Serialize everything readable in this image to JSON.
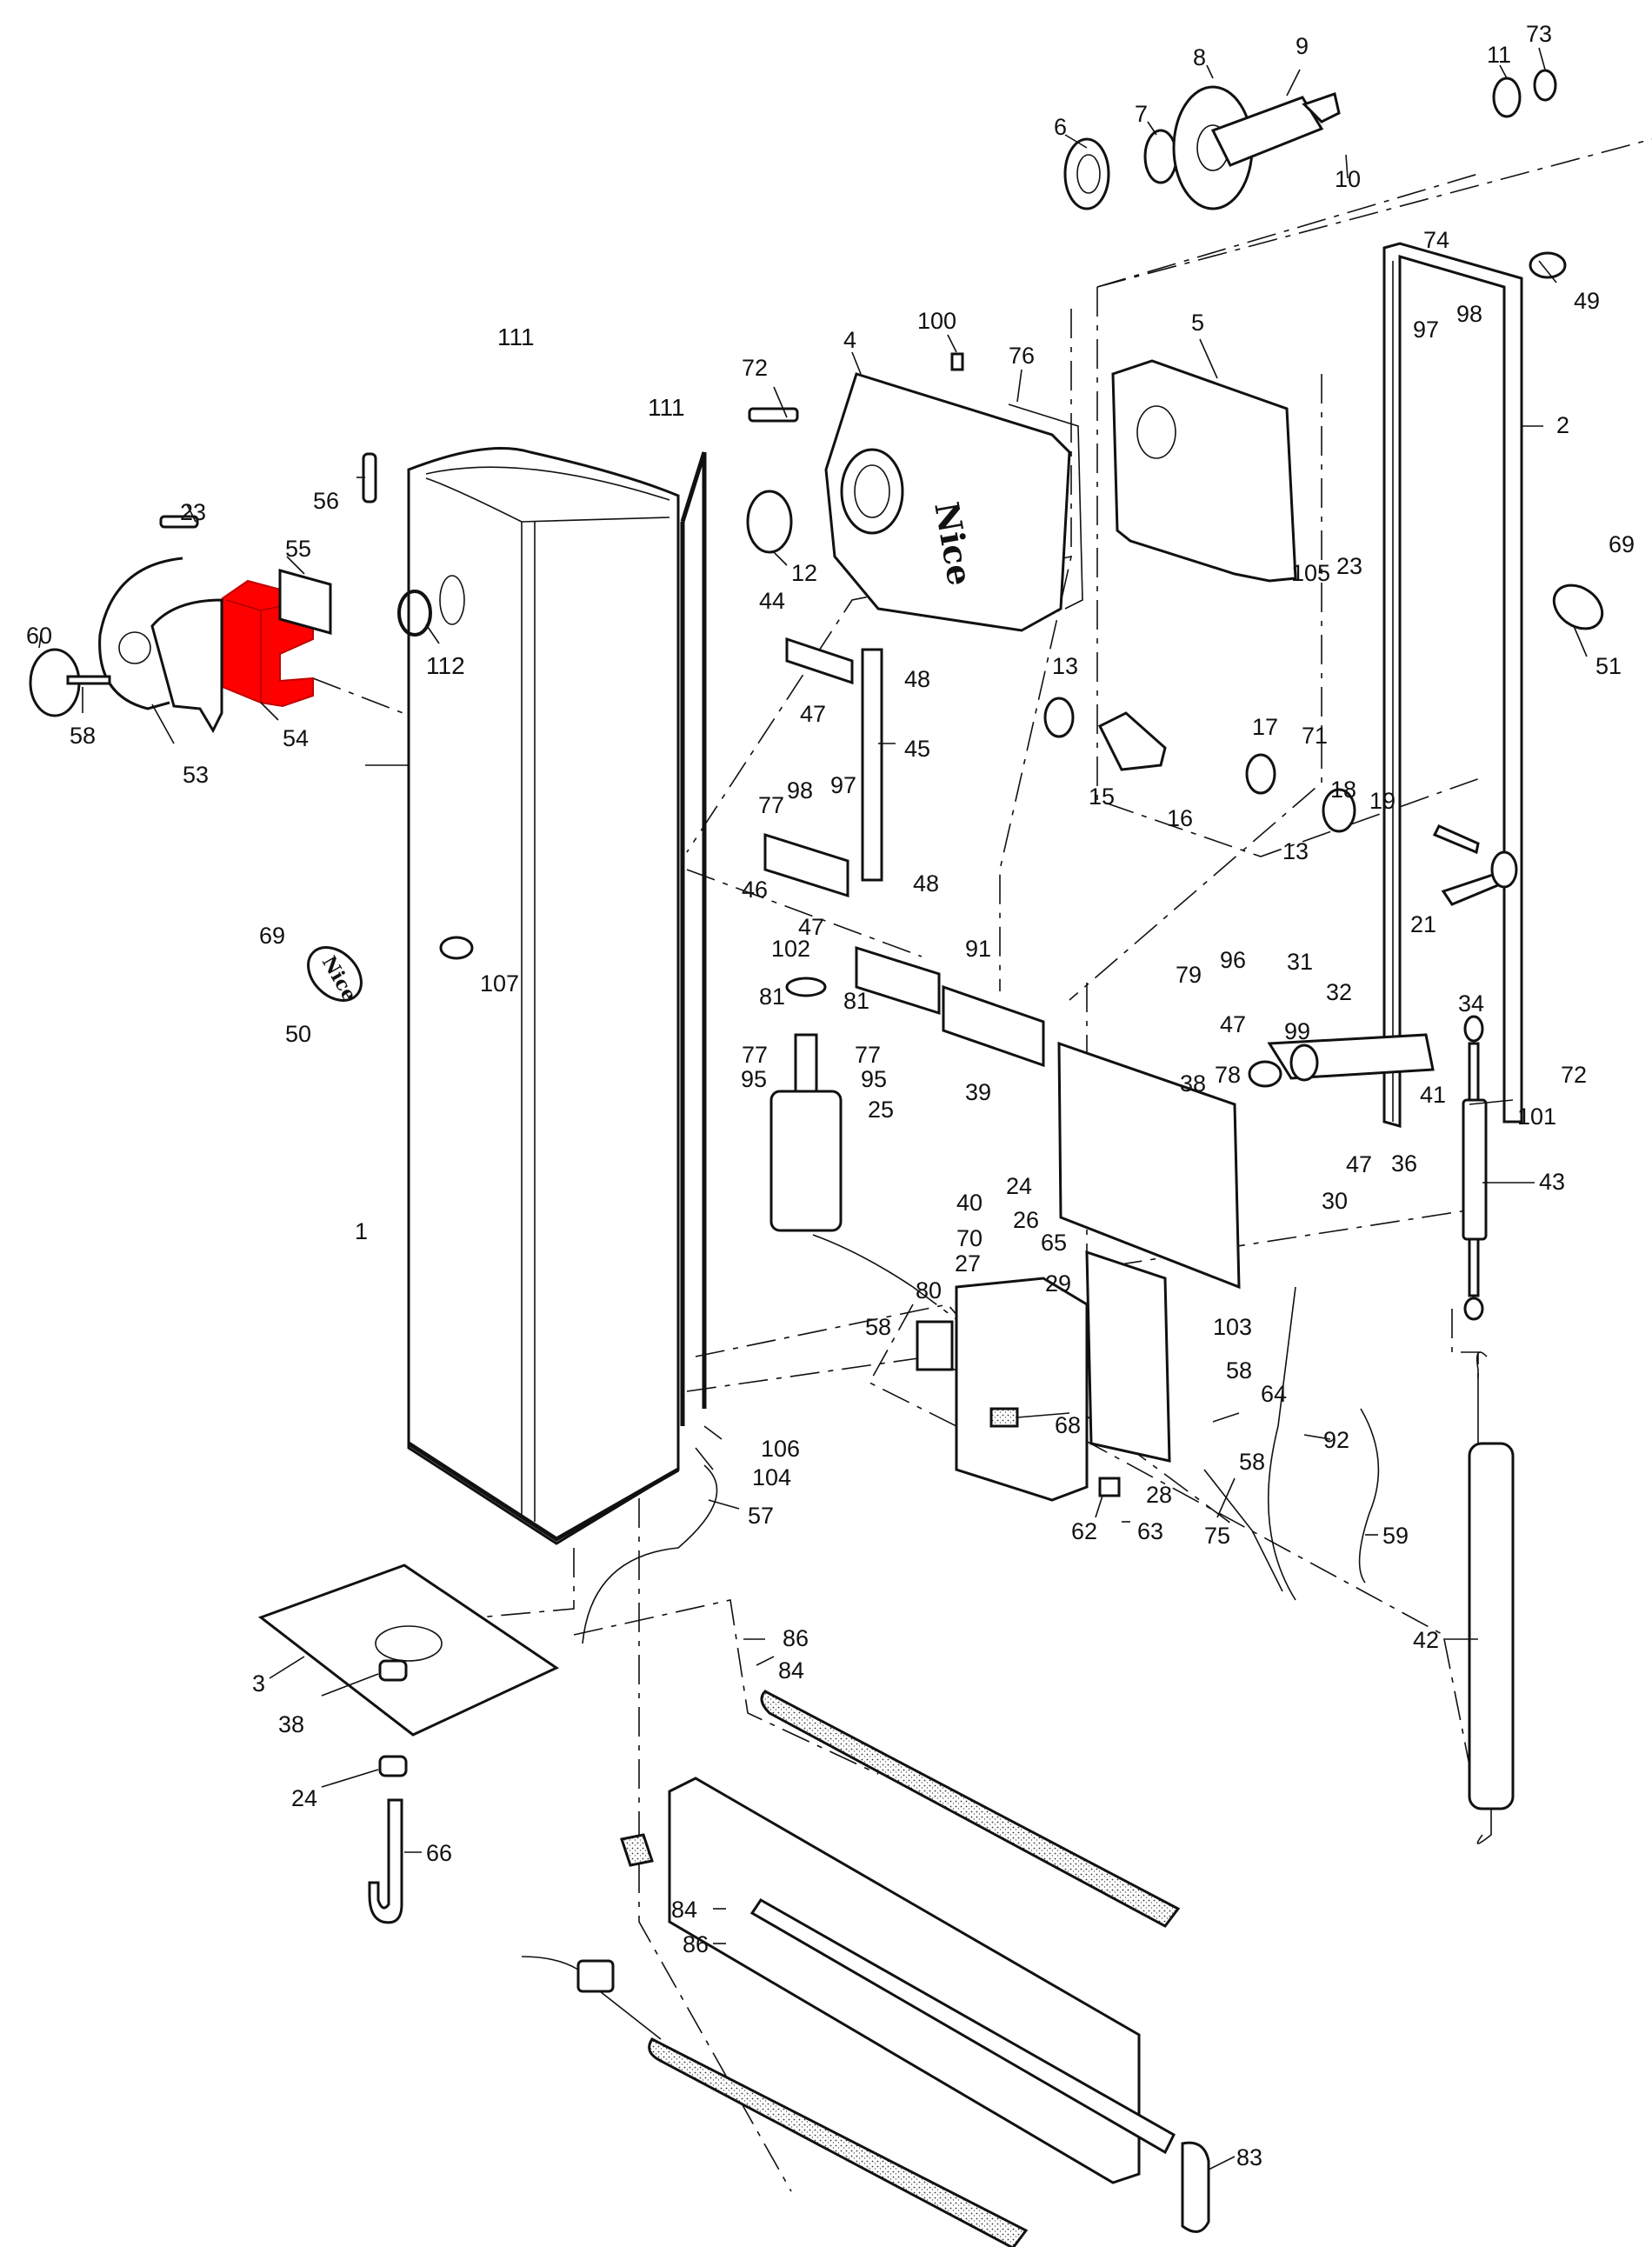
{
  "diagram": {
    "type": "exploded-parts-diagram",
    "brand_text": "Nice",
    "highlight_color": "#ff0000",
    "highlighted_part": "54",
    "callouts": [
      {
        "id": "c1",
        "label": "1"
      },
      {
        "id": "c2",
        "label": "2"
      },
      {
        "id": "c3",
        "label": "3"
      },
      {
        "id": "c4",
        "label": "4"
      },
      {
        "id": "c5",
        "label": "5"
      },
      {
        "id": "c6",
        "label": "6"
      },
      {
        "id": "c7",
        "label": "7"
      },
      {
        "id": "c8",
        "label": "8"
      },
      {
        "id": "c9",
        "label": "9"
      },
      {
        "id": "c10",
        "label": "10"
      },
      {
        "id": "c11",
        "label": "11"
      },
      {
        "id": "c12",
        "label": "12"
      },
      {
        "id": "c13a",
        "label": "13"
      },
      {
        "id": "c13b",
        "label": "13"
      },
      {
        "id": "c15",
        "label": "15"
      },
      {
        "id": "c16",
        "label": "16"
      },
      {
        "id": "c17",
        "label": "17"
      },
      {
        "id": "c18",
        "label": "18"
      },
      {
        "id": "c19",
        "label": "19"
      },
      {
        "id": "c21",
        "label": "21"
      },
      {
        "id": "c23a",
        "label": "23"
      },
      {
        "id": "c23b",
        "label": "23"
      },
      {
        "id": "c24a",
        "label": "24"
      },
      {
        "id": "c24b",
        "label": "24"
      },
      {
        "id": "c25",
        "label": "25"
      },
      {
        "id": "c26",
        "label": "26"
      },
      {
        "id": "c27",
        "label": "27"
      },
      {
        "id": "c28",
        "label": "28"
      },
      {
        "id": "c29",
        "label": "29"
      },
      {
        "id": "c30",
        "label": "30"
      },
      {
        "id": "c31",
        "label": "31"
      },
      {
        "id": "c32",
        "label": "32"
      },
      {
        "id": "c34",
        "label": "34"
      },
      {
        "id": "c36",
        "label": "36"
      },
      {
        "id": "c38a",
        "label": "38"
      },
      {
        "id": "c38b",
        "label": "38"
      },
      {
        "id": "c39",
        "label": "39"
      },
      {
        "id": "c40",
        "label": "40"
      },
      {
        "id": "c41",
        "label": "41"
      },
      {
        "id": "c42",
        "label": "42"
      },
      {
        "id": "c43",
        "label": "43"
      },
      {
        "id": "c44",
        "label": "44"
      },
      {
        "id": "c45",
        "label": "45"
      },
      {
        "id": "c46",
        "label": "46"
      },
      {
        "id": "c47a",
        "label": "47"
      },
      {
        "id": "c47b",
        "label": "47"
      },
      {
        "id": "c47c",
        "label": "47"
      },
      {
        "id": "c47d",
        "label": "47"
      },
      {
        "id": "c48a",
        "label": "48"
      },
      {
        "id": "c48b",
        "label": "48"
      },
      {
        "id": "c49",
        "label": "49"
      },
      {
        "id": "c50",
        "label": "50"
      },
      {
        "id": "c51",
        "label": "51"
      },
      {
        "id": "c53",
        "label": "53"
      },
      {
        "id": "c54",
        "label": "54"
      },
      {
        "id": "c55",
        "label": "55"
      },
      {
        "id": "c56",
        "label": "56"
      },
      {
        "id": "c57",
        "label": "57"
      },
      {
        "id": "c58a",
        "label": "58"
      },
      {
        "id": "c58b",
        "label": "58"
      },
      {
        "id": "c58c",
        "label": "58"
      },
      {
        "id": "c58d",
        "label": "58"
      },
      {
        "id": "c59",
        "label": "59"
      },
      {
        "id": "c60",
        "label": "60"
      },
      {
        "id": "c62",
        "label": "62"
      },
      {
        "id": "c63",
        "label": "63"
      },
      {
        "id": "c64",
        "label": "64"
      },
      {
        "id": "c65",
        "label": "65"
      },
      {
        "id": "c66",
        "label": "66"
      },
      {
        "id": "c68",
        "label": "68"
      },
      {
        "id": "c69a",
        "label": "69"
      },
      {
        "id": "c69b",
        "label": "69"
      },
      {
        "id": "c70",
        "label": "70"
      },
      {
        "id": "c71",
        "label": "71"
      },
      {
        "id": "c72a",
        "label": "72"
      },
      {
        "id": "c72b",
        "label": "72"
      },
      {
        "id": "c73",
        "label": "73"
      },
      {
        "id": "c74",
        "label": "74"
      },
      {
        "id": "c75",
        "label": "75"
      },
      {
        "id": "c76",
        "label": "76"
      },
      {
        "id": "c77a",
        "label": "77"
      },
      {
        "id": "c77b",
        "label": "77"
      },
      {
        "id": "c77c",
        "label": "77"
      },
      {
        "id": "c78",
        "label": "78"
      },
      {
        "id": "c79",
        "label": "79"
      },
      {
        "id": "c80",
        "label": "80"
      },
      {
        "id": "c81a",
        "label": "81"
      },
      {
        "id": "c81b",
        "label": "81"
      },
      {
        "id": "c83",
        "label": "83"
      },
      {
        "id": "c84a",
        "label": "84"
      },
      {
        "id": "c84b",
        "label": "84"
      },
      {
        "id": "c86a",
        "label": "86"
      },
      {
        "id": "c86b",
        "label": "86"
      },
      {
        "id": "c91",
        "label": "91"
      },
      {
        "id": "c92",
        "label": "92"
      },
      {
        "id": "c95a",
        "label": "95"
      },
      {
        "id": "c95b",
        "label": "95"
      },
      {
        "id": "c96",
        "label": "96"
      },
      {
        "id": "c97a",
        "label": "97"
      },
      {
        "id": "c97b",
        "label": "97"
      },
      {
        "id": "c98a",
        "label": "98"
      },
      {
        "id": "c98b",
        "label": "98"
      },
      {
        "id": "c99",
        "label": "99"
      },
      {
        "id": "c100",
        "label": "100"
      },
      {
        "id": "c101",
        "label": "101"
      },
      {
        "id": "c102",
        "label": "102"
      },
      {
        "id": "c103",
        "label": "103"
      },
      {
        "id": "c104",
        "label": "104"
      },
      {
        "id": "c105",
        "label": "105"
      },
      {
        "id": "c106",
        "label": "106"
      },
      {
        "id": "c107",
        "label": "107"
      },
      {
        "id": "c111a",
        "label": "111"
      },
      {
        "id": "c111b",
        "label": "111"
      },
      {
        "id": "c112",
        "label": "112"
      }
    ]
  }
}
